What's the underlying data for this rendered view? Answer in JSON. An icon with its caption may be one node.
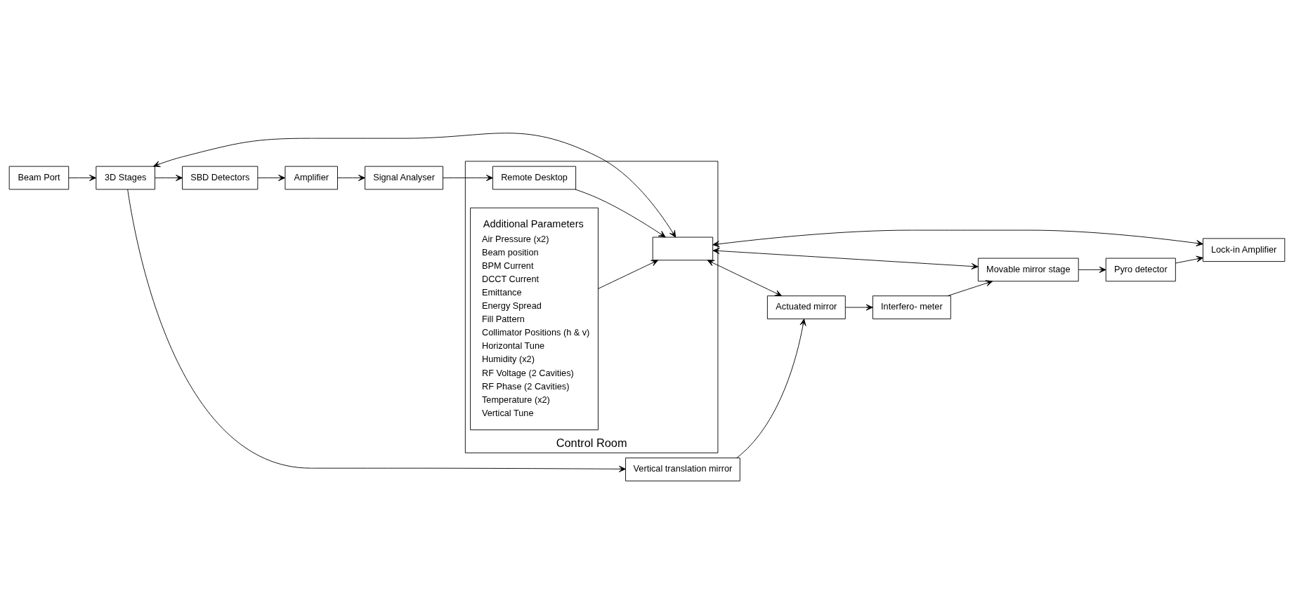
{
  "diagram": {
    "nodes": [
      {
        "text": [
          "Beam Port"
        ]
      },
      {
        "text": [
          "SBD Detectors"
        ]
      },
      {
        "text": [
          "Amplifier"
        ]
      },
      {
        "text": [
          "Signal Analyser"
        ]
      },
      {
        "text": [
          "3D Stages"
        ]
      },
      {
        "text": [
          "Vertical translation mirror"
        ]
      },
      {
        "text": [
          "Actuated mirror"
        ]
      },
      {
        "text": [
          "Interfero- meter"
        ]
      },
      {
        "text": [
          "Movable mirror stage"
        ]
      },
      {
        "text": [
          "Pyro detector"
        ]
      },
      {
        "text": [
          "Lock-in Amplifier"
        ]
      },
      {
        "text": [
          "Control Room"
        ]
      },
      {
        "text": [
          "Remote Desktop"
        ],
        "in": 11
      },
      {
        "text": [],
        "shape": "box",
        "in": 11
      },
      {
        "text": [
          "Additional Parameters",
          "Air Pressure (x2)",
          "Beam position",
          "BPM Current",
          "DCCT Current",
          "Emittance",
          "Energy Spread",
          "Fill Pattern",
          "Collimator Positions (h & v)",
          "Horizontal Tune",
          "Humidity (x2)",
          "RF Voltage (2 Cavities)",
          "RF Phase (2 Cavities)",
          "Temperature (x2)",
          "Vertical Tune"
        ],
        "in": 11
      }
    ],
    "edges": [
      {
        "from": 0,
        "to": 4,
        "arrow": "to"
      },
      {
        "from": 4,
        "to": 1,
        "arrow": "to"
      },
      {
        "from": 1,
        "to": 2,
        "arrow": "to"
      },
      {
        "from": 2,
        "to": 3,
        "arrow": "to"
      },
      {
        "from": 3,
        "to": 12,
        "arrow": "to"
      },
      {
        "from": 12,
        "to": 13,
        "arrow": "to"
      },
      {
        "from": 4,
        "to": 13,
        "arrow": "both"
      },
      {
        "from": 14,
        "to": 13,
        "arrow": "to"
      },
      {
        "from": 4,
        "to": 5,
        "arrow": "to"
      },
      {
        "from": 5,
        "to": 6,
        "arrow": "to"
      },
      {
        "from": 13,
        "to": 6,
        "arrow": "both"
      },
      {
        "from": 13,
        "to": 8,
        "arrow": "both"
      },
      {
        "from": 13,
        "to": 10,
        "arrow": "both"
      },
      {
        "from": 6,
        "to": 7,
        "arrow": "to"
      },
      {
        "from": 7,
        "to": 8,
        "arrow": "to"
      },
      {
        "from": 8,
        "to": 9,
        "arrow": "to"
      },
      {
        "from": 9,
        "to": 10,
        "arrow": "to"
      }
    ]
  }
}
